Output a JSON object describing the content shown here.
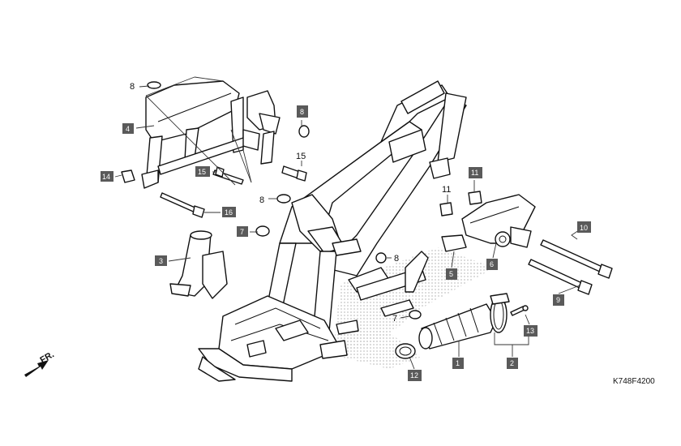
{
  "diagram": {
    "code": "K748F4200",
    "front_indicator": "FR.",
    "labels": {
      "n1": "1",
      "n2": "2",
      "n3": "3",
      "n4": "4",
      "n5": "5",
      "n6": "6",
      "n7a": "7",
      "n7b": "7",
      "n8a": "8",
      "n8b": "8",
      "n8c": "8",
      "n8d": "8",
      "n9": "9",
      "n10": "10",
      "n11a": "11",
      "n11b": "11",
      "n12": "12",
      "n13": "13",
      "n14": "14",
      "n15a": "15",
      "n15b": "15",
      "n16": "16"
    }
  }
}
